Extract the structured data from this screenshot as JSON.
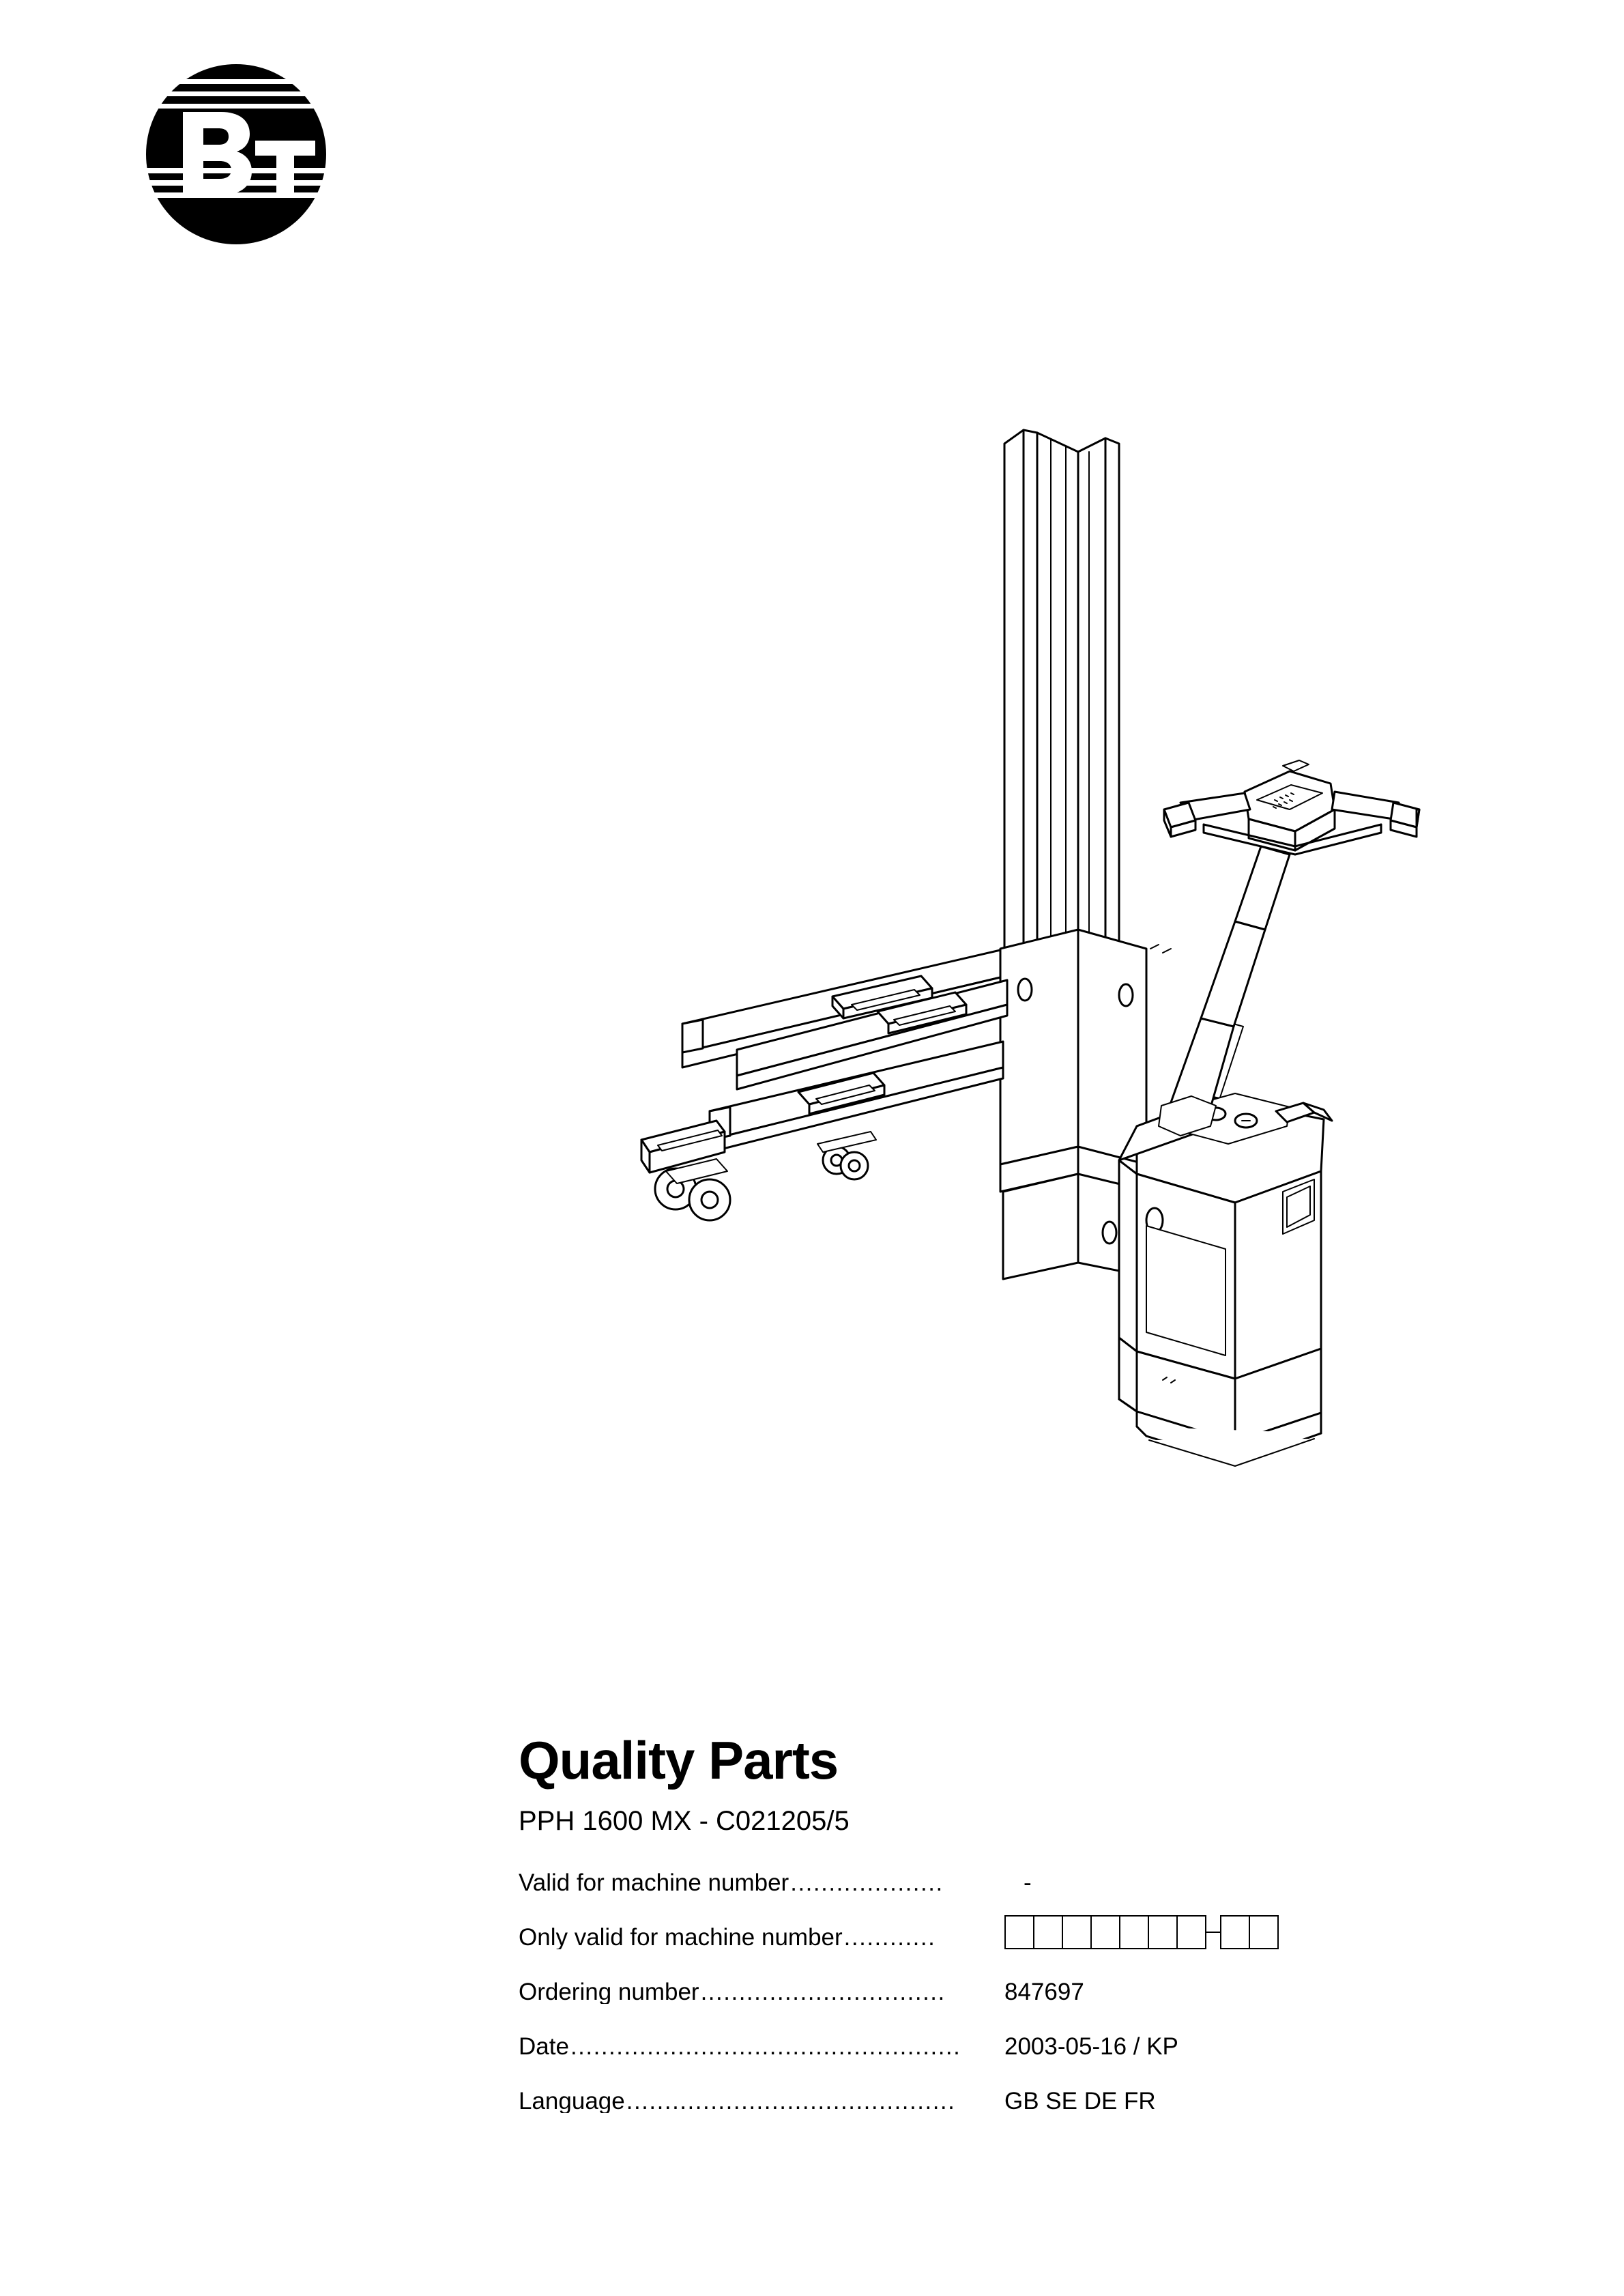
{
  "document": {
    "brand_logo": "bt-logo",
    "brand_text": "BT",
    "title": "Quality Parts",
    "subtitle": "PPH 1600 MX - C021205/5",
    "illustration_name": "pallet-truck-stacker-illustration",
    "fields": [
      {
        "label": "Valid for machine number",
        "dots": "....................",
        "value": "-",
        "type": "text"
      },
      {
        "label": "Only valid for machine number",
        "dots": "............",
        "value": "",
        "type": "boxes",
        "boxes_group1": 7,
        "boxes_group2": 2
      },
      {
        "label": "Ordering number ",
        "dots": "................................",
        "value": "847697",
        "type": "text"
      },
      {
        "label": "Date ",
        "dots": "...................................................",
        "value": "2003-05-16 / KP",
        "type": "text"
      },
      {
        "label": "Language",
        "dots": "...........................................",
        "value": " GB SE DE FR",
        "type": "text"
      }
    ]
  }
}
